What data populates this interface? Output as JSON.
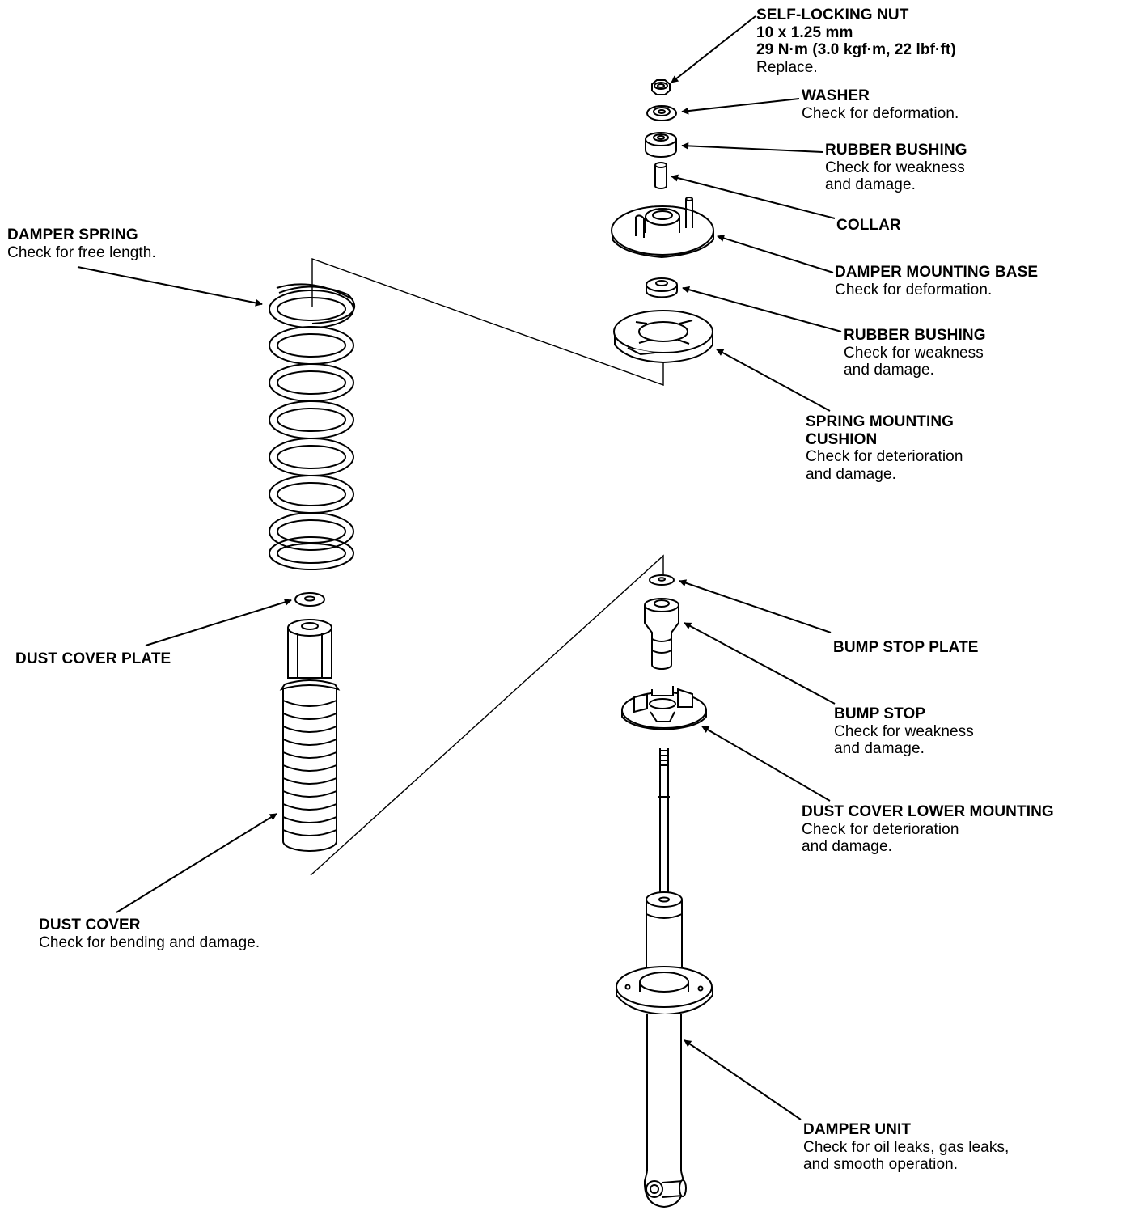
{
  "colors": {
    "ink": "#000000",
    "paper": "#ffffff"
  },
  "labels": {
    "self_locking_nut": {
      "title": "SELF-LOCKING NUT",
      "line2": "10 x 1.25 mm",
      "line3": "29 N·m (3.0 kgf·m, 22 lbf·ft)",
      "desc": "Replace."
    },
    "washer": {
      "title": "WASHER",
      "desc1": "Check for deformation."
    },
    "rubber_bushing_upper": {
      "title": "RUBBER BUSHING",
      "desc1": "Check for weakness",
      "desc2": "and damage."
    },
    "collar": {
      "title": "COLLAR"
    },
    "damper_mounting_base": {
      "title": "DAMPER MOUNTING BASE",
      "desc1": "Check for deformation."
    },
    "rubber_bushing_lower": {
      "title": "RUBBER BUSHING",
      "desc1": "Check for weakness",
      "desc2": "and damage."
    },
    "spring_mounting_cushion": {
      "title1": "SPRING MOUNTING",
      "title2": "CUSHION",
      "desc1": "Check for deterioration",
      "desc2": "and damage."
    },
    "damper_spring": {
      "title": "DAMPER SPRING",
      "desc1": "Check for free length."
    },
    "dust_cover_plate": {
      "title": "DUST COVER PLATE"
    },
    "bump_stop_plate": {
      "title": "BUMP STOP PLATE"
    },
    "bump_stop": {
      "title": "BUMP STOP",
      "desc1": "Check for weakness",
      "desc2": "and damage."
    },
    "dust_cover_lower_mounting": {
      "title": "DUST COVER LOWER MOUNTING",
      "desc1": "Check for deterioration",
      "desc2": "and damage."
    },
    "dust_cover": {
      "title": "DUST COVER",
      "desc1": "Check for bending and damage."
    },
    "damper_unit": {
      "title": "DAMPER UNIT",
      "desc1": "Check for oil leaks, gas leaks,",
      "desc2": "and smooth operation."
    }
  }
}
